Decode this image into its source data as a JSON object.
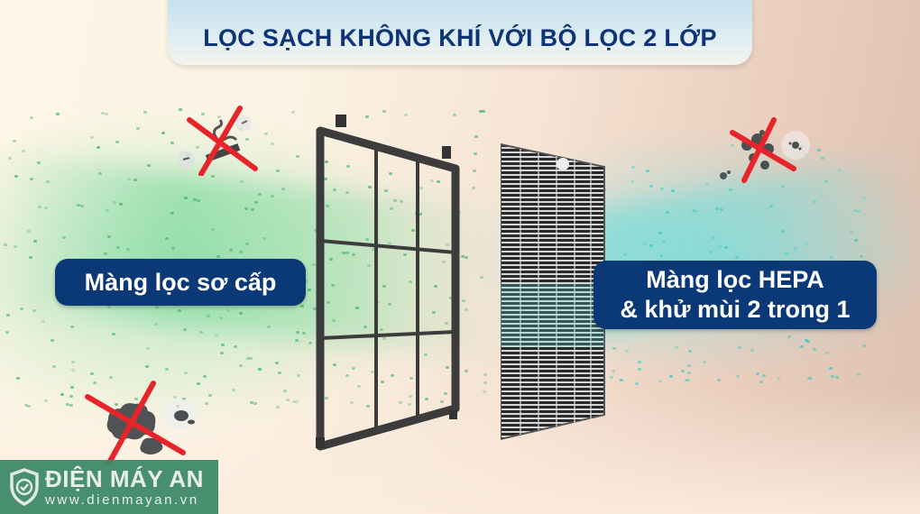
{
  "title": "LỌC SẠCH KHÔNG KHÍ VỚI BỘ LỌC 2 LỚP",
  "labels": {
    "primary_filter": "Màng lọc sơ cấp",
    "hepa_filter_line1": "Màng lọc HEPA",
    "hepa_filter_line2": "& khử mùi 2 trong 1"
  },
  "brand": {
    "name": "ĐIỆN MÁY AN",
    "url": "www.dienmayan.vn"
  },
  "icons": [
    {
      "name": "no-smoke-icon",
      "meaning": "cigarette smoke crossed out"
    },
    {
      "name": "no-bacteria-icon",
      "meaning": "bacteria particles crossed out"
    },
    {
      "name": "no-dust-icon",
      "meaning": "dust clouds crossed out"
    },
    {
      "name": "shield-check-icon",
      "meaning": "brand logo"
    }
  ],
  "colors": {
    "title_text": "#0f3475",
    "label_bg": "#0b3877",
    "label_text": "#ffffff",
    "cross_red": "#e8242b",
    "green_air": "#6ed796",
    "cyan_air": "#5adcdc",
    "brand_bg": "#3f8a6a"
  }
}
